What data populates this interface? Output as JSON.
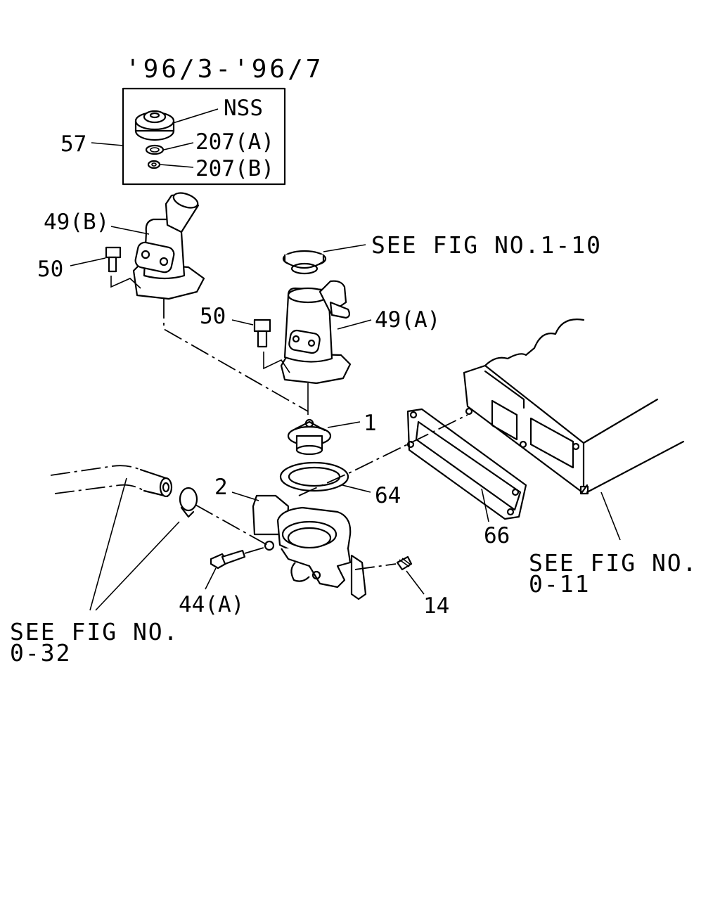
{
  "header": {
    "date_range": "'96/3-'96/7"
  },
  "inset": {
    "nss": "NSS",
    "part_207a": "207(A)",
    "part_207b": "207(B)",
    "assembly_57": "57"
  },
  "callouts": {
    "c49b": "49(B)",
    "c50_top": "50",
    "c50_mid": "50",
    "c49a": "49(A)",
    "c1": "1",
    "c2": "2",
    "c64": "64",
    "c66": "66",
    "c44a": "44(A)",
    "c14": "14"
  },
  "references": {
    "ref_1_10": "SEE FIG NO.1-10",
    "ref_0_11_line1": "SEE FIG NO.",
    "ref_0_11_line2": "0-11",
    "ref_0_32_line1": "SEE FIG NO.",
    "ref_0_32_line2": "0-32"
  }
}
